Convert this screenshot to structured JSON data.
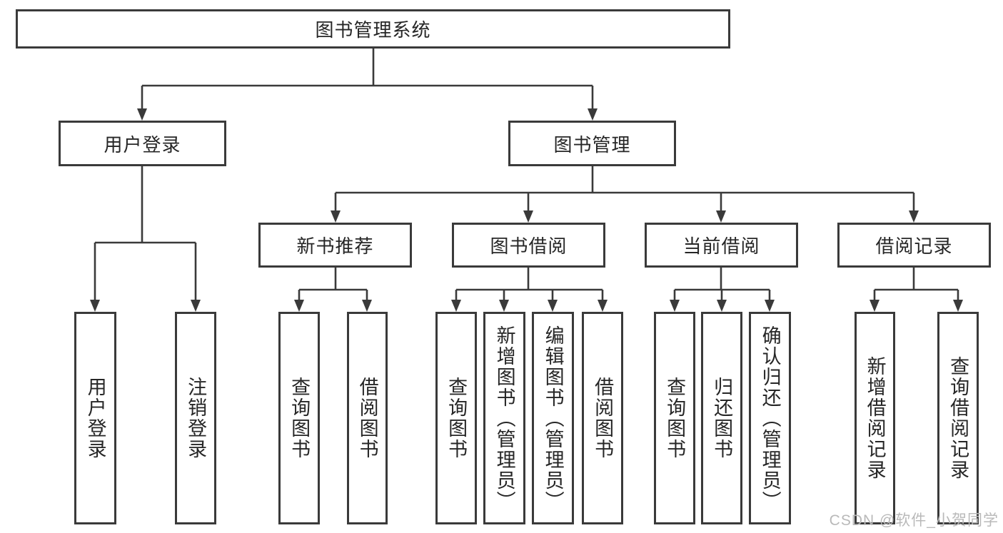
{
  "diagram": {
    "root": {
      "label": "图书管理系统"
    },
    "branches": [
      {
        "label": "用户登录",
        "children": [
          {
            "label": "用户登录"
          },
          {
            "label": "注销登录"
          }
        ]
      },
      {
        "label": "图书管理",
        "children": [
          {
            "label": "新书推荐",
            "children": [
              {
                "label": "查询图书"
              },
              {
                "label": "借阅图书"
              }
            ]
          },
          {
            "label": "图书借阅",
            "children": [
              {
                "label": "查询图书"
              },
              {
                "label": "新增图书（管理员）"
              },
              {
                "label": "编辑图书（管理员）"
              },
              {
                "label": "借阅图书"
              }
            ]
          },
          {
            "label": "当前借阅",
            "children": [
              {
                "label": "查询图书"
              },
              {
                "label": "归还图书"
              },
              {
                "label": "确认归还（管理员）"
              }
            ]
          },
          {
            "label": "借阅记录",
            "children": [
              {
                "label": "新增借阅记录"
              },
              {
                "label": "查询借阅记录"
              }
            ]
          }
        ]
      }
    ],
    "watermark": "CSDN @软件_小贺同学",
    "colors": {
      "line": "#3a3a3a",
      "text": "#262626",
      "watermark": "#b9b9b9",
      "background": "#ffffff"
    }
  }
}
